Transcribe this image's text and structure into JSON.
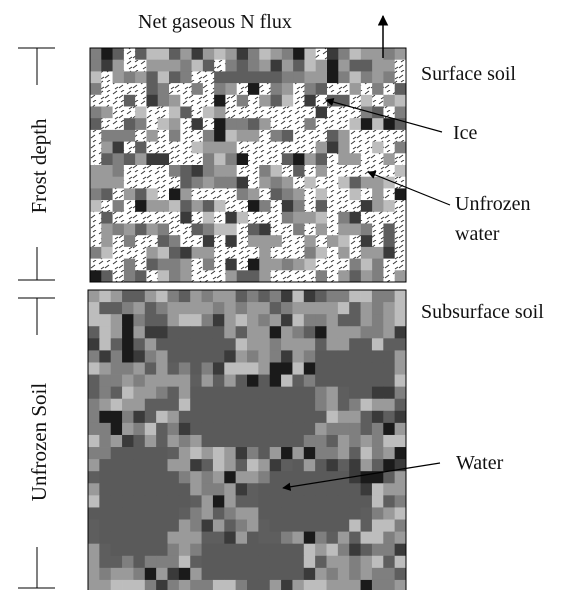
{
  "labels": {
    "flux": "Net gaseous N flux",
    "surface_soil": "Surface soil",
    "ice": "Ice",
    "unfrozen_water": [
      "Unfrozen",
      "water"
    ],
    "subsurface_soil": "Subsurface soil",
    "water": "Water",
    "frost_depth": "Frost depth",
    "unfrozen_soil": "Unfrozen Soil"
  },
  "palette": {
    "soil_grays": [
      "#9a9a9a",
      "#7f7f7f",
      "#5e5e5e",
      "#bdbdbd",
      "#3a3a3a",
      "#1a1a1a"
    ],
    "water_gray": "#5a5a5a",
    "ice_fill": "#ffffff",
    "ice_mark": "#333333",
    "line": "#000000"
  },
  "layers": {
    "surface": {
      "name": "frozen surface soil",
      "grid_cols": 28,
      "grid_rows": 20,
      "ice_fraction": 0.45
    },
    "subsurface": {
      "name": "unfrozen subsurface soil",
      "grid_cols": 28,
      "grid_rows": 25
    }
  }
}
